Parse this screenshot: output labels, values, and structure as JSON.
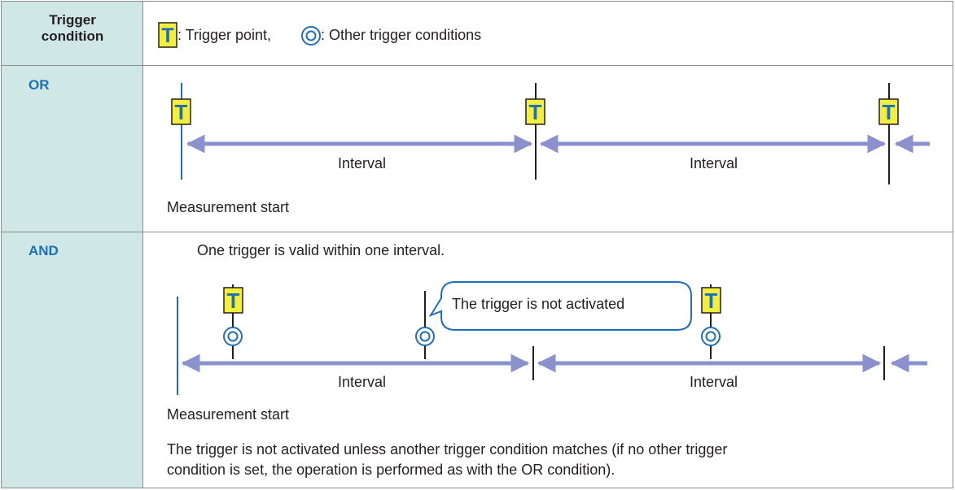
{
  "header": {
    "label_line1": "Trigger",
    "label_line2": "condition",
    "legend_t_glyph": "T",
    "legend_text1": ": Trigger point, ",
    "legend_text2": ": Other trigger conditions"
  },
  "or_row": {
    "label": "OR",
    "interval_labels": [
      "Interval",
      "Interval"
    ],
    "measurement_start": "Measurement start"
  },
  "and_row": {
    "label": "AND",
    "intro": "One trigger is valid within one interval.",
    "callout": "The trigger is not activated",
    "interval_labels": [
      "Interval",
      "Interval"
    ],
    "measurement_start": "Measurement start",
    "note_line1": "The trigger is not activated unless another trigger condition matches (if no other trigger",
    "note_line2": "condition is set, the operation is performed as with the OR condition)."
  },
  "colors": {
    "label_bg": "#cfe8e6",
    "accent_blue": "#1e6fb8",
    "arrow": "#8b91cc",
    "trigger_fill": "#f4ef3c",
    "trigger_letter": "#1e6fb8"
  }
}
